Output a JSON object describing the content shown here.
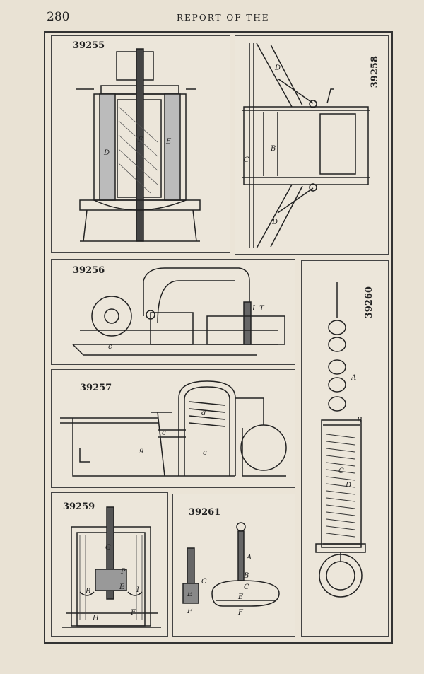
{
  "header": {
    "page_number": "280",
    "running_head": "REPORT OF THE"
  },
  "figures": [
    {
      "id": "39255",
      "labels": [
        "F",
        "D",
        "E"
      ]
    },
    {
      "id": "39258",
      "labels": [
        "D",
        "B",
        "C",
        "D"
      ]
    },
    {
      "id": "39256",
      "labels": [
        "I",
        "T",
        "c"
      ]
    },
    {
      "id": "39260",
      "labels": [
        "A",
        "B",
        "C",
        "D"
      ]
    },
    {
      "id": "39257",
      "labels": [
        "d",
        "c",
        "g",
        "c"
      ]
    },
    {
      "id": "39259",
      "labels": [
        "G",
        "P",
        "B",
        "E",
        "I",
        "H",
        "F"
      ]
    },
    {
      "id": "39261",
      "labels": [
        "A",
        "B",
        "C",
        "C",
        "E",
        "F",
        "E",
        "F"
      ]
    }
  ]
}
